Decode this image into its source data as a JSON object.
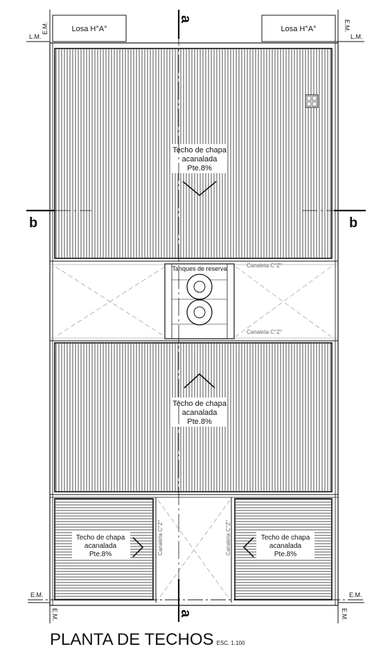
{
  "drawing": {
    "title": "PLANTA DE TECHOS",
    "scale": "ESC. 1:100",
    "slab_label": "Losa H°A°",
    "lm_label": "L.M.",
    "em_label": "E.M.",
    "section_a": "a",
    "section_b": "b",
    "roof_top": {
      "line1": "Techo de chapa",
      "line2": "acanalada",
      "line3": "Pte.8%"
    },
    "roof_middle": {
      "line1": "Techo de chapa",
      "line2": "acanalada",
      "line3": "Pte.8%"
    },
    "roof_bottom_left": {
      "line1": "Techo de chapa",
      "line2": "acanalada",
      "line3": "Pte.8%"
    },
    "roof_bottom_right": {
      "line1": "Techo de chapa",
      "line2": "acanalada",
      "line3": "Pte.8%"
    },
    "tanks_label": "Tanques de reserva",
    "gutter_label": "Canaleta C°Z°"
  }
}
